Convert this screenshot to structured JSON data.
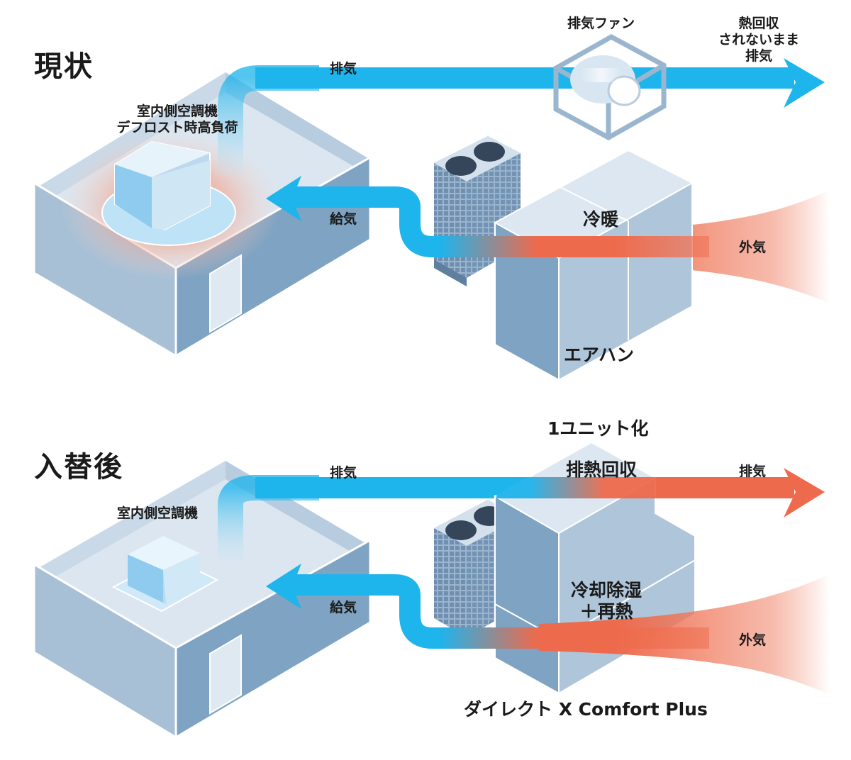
{
  "before": {
    "title": "現状",
    "exhaust_label": "排気",
    "supply_label": "給気",
    "indoor_unit_label": [
      "室内側空調機",
      "デフロスト時高負荷"
    ],
    "fan_label": "排気ファン",
    "no_recovery_label": [
      "熱回収",
      "されないまま",
      "排気"
    ],
    "heating_cooling_label": "冷暖",
    "outside_air_label": "外気",
    "ahu_label": "エアハン"
  },
  "after": {
    "title": "入替後",
    "exhaust_label": "排気",
    "supply_label": "給気",
    "indoor_unit_label": "室内側空調機",
    "unitized_label": "1ユニット化",
    "heat_recovery_label": "排熱回収",
    "outlet_exhaust_label": "排気",
    "process_label": [
      "冷却除湿",
      "＋再熱"
    ],
    "outside_air_label": "外気",
    "product_label": "ダイレクト X Comfort Plus"
  },
  "colors": {
    "cool_air": "#1eb4ec",
    "warm_air": "#ee6a4c",
    "wall_light": "#d3e1ee",
    "wall_mid": "#a9c3d9",
    "wall_dark": "#7ea3c2",
    "edge": "#ffffff"
  }
}
